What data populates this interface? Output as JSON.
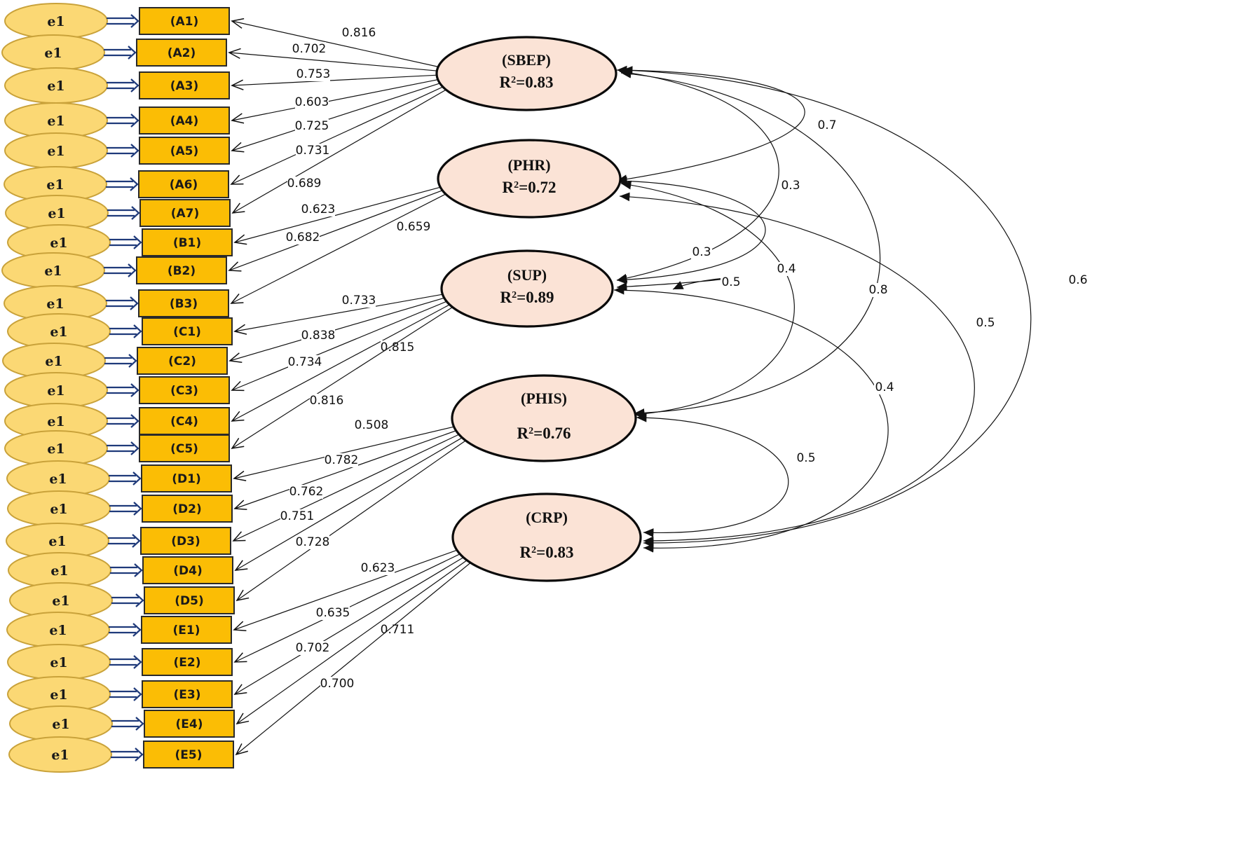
{
  "error_label": "e1",
  "constructs": [
    {
      "id": "SBEP",
      "name": "(SBEP)",
      "r2_prefix": "R",
      "r2_sup": "2",
      "r2_value": "=0.83"
    },
    {
      "id": "PHR",
      "name": "(PHR)",
      "r2_prefix": "R",
      "r2_sup": "2",
      "r2_value": "=0.72"
    },
    {
      "id": "SUP",
      "name": "(SUP)",
      "r2_prefix": "R",
      "r2_sup": "2",
      "r2_value": "=0.89"
    },
    {
      "id": "PHIS",
      "name": "(PHIS)",
      "r2_prefix": "R",
      "r2_sup": "2",
      "r2_value": "=0.76"
    },
    {
      "id": "CRP",
      "name": "(CRP)",
      "r2_prefix": "R",
      "r2_sup": "2",
      "r2_value": "=0.83"
    }
  ],
  "indicators": [
    {
      "label": "(A1)",
      "construct": "SBEP",
      "loading": "0.816"
    },
    {
      "label": "(A2)",
      "construct": "SBEP",
      "loading": "0.702"
    },
    {
      "label": "(A3)",
      "construct": "SBEP",
      "loading": "0.753"
    },
    {
      "label": "(A4)",
      "construct": "SBEP",
      "loading": "0.603"
    },
    {
      "label": "(A5)",
      "construct": "SBEP",
      "loading": "0.725"
    },
    {
      "label": "(A6)",
      "construct": "SBEP",
      "loading": "0.731"
    },
    {
      "label": "(A7)",
      "construct": "SBEP",
      "loading": "0.689"
    },
    {
      "label": "(B1)",
      "construct": "PHR",
      "loading": "0.623"
    },
    {
      "label": "(B2)",
      "construct": "PHR",
      "loading": "0.682"
    },
    {
      "label": "(B3)",
      "construct": "PHR",
      "loading": "0.659"
    },
    {
      "label": "(C1)",
      "construct": "SUP",
      "loading": "0.733"
    },
    {
      "label": "(C2)",
      "construct": "SUP",
      "loading": "0.838"
    },
    {
      "label": "(C3)",
      "construct": "SUP",
      "loading": "0.734"
    },
    {
      "label": "(C4)",
      "construct": "SUP",
      "loading": "0.815"
    },
    {
      "label": "(C5)",
      "construct": "SUP",
      "loading": "0.816"
    },
    {
      "label": "(D1)",
      "construct": "PHIS",
      "loading": "0.508"
    },
    {
      "label": "(D2)",
      "construct": "PHIS",
      "loading": "0.782"
    },
    {
      "label": "(D3)",
      "construct": "PHIS",
      "loading": "0.762"
    },
    {
      "label": "(D4)",
      "construct": "PHIS",
      "loading": "0.751"
    },
    {
      "label": "(D5)",
      "construct": "PHIS",
      "loading": "0.728"
    },
    {
      "label": "(E1)",
      "construct": "CRP",
      "loading": "0.623"
    },
    {
      "label": "(E2)",
      "construct": "CRP",
      "loading": "0.635"
    },
    {
      "label": "(E3)",
      "construct": "CRP",
      "loading": "0.711"
    },
    {
      "label": "(E4)",
      "construct": "CRP",
      "loading": "0.702"
    },
    {
      "label": "(E5)",
      "construct": "CRP",
      "loading": "0.700"
    }
  ],
  "correlations": [
    {
      "from": "SBEP",
      "to": "PHR",
      "value": "0.7"
    },
    {
      "from": "SBEP",
      "to": "SUP",
      "value": "0.3"
    },
    {
      "from": "SBEP",
      "to": "PHIS",
      "value": "0.8"
    },
    {
      "from": "SBEP",
      "to": "CRP",
      "value": "0.6"
    },
    {
      "from": "PHR",
      "to": "SUP",
      "value": "0.3"
    },
    {
      "from": "PHR",
      "to": "PHIS",
      "value": "0.4"
    },
    {
      "from": "PHR",
      "to": "CRP",
      "value": "0.5"
    },
    {
      "from": "SUP",
      "to": "PHIS",
      "value": "0.5"
    },
    {
      "from": "SUP",
      "to": "CRP",
      "value": "0.4"
    },
    {
      "from": "PHIS",
      "to": "CRP",
      "value": "0.5"
    }
  ],
  "colors": {
    "error_fill": "#fbd874",
    "indicator_fill": "#fbbd05",
    "latent_fill": "#fbe3d6",
    "error_arrow": "#1f3a7a"
  }
}
